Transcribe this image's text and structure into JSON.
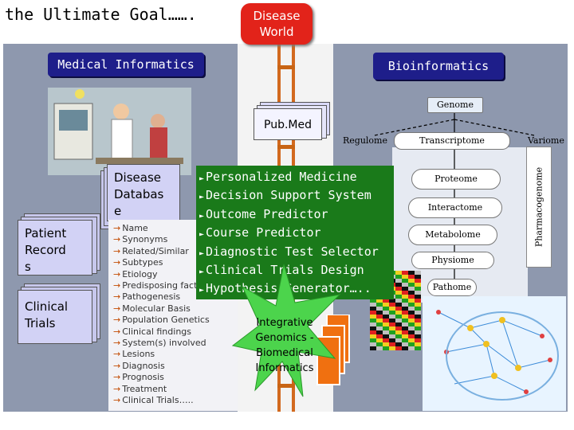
{
  "title": "the Ultimate Goal…….",
  "disease_world": {
    "line1": "Disease",
    "line2": "World"
  },
  "medical_informatics": "Medical Informatics",
  "bioinformatics": "Bioinformatics",
  "pubmed": "Pub.Med",
  "disease_db": {
    "line1": "Disease",
    "line2": "Databas",
    "line3": "e"
  },
  "patient_records": {
    "line1": "Patient",
    "line2": "Record",
    "line3": "s"
  },
  "clinical_trials": {
    "line1": "Clinical",
    "line2": "Trials"
  },
  "attributes": [
    "Name",
    "Synonyms",
    "Related/Similar",
    "Subtypes",
    "Etiology",
    "Predisposing factors",
    "Pathogenesis",
    "Molecular Basis",
    "Population Genetics",
    "Clinical findings",
    "System(s) involved",
    "Lesions",
    "Diagnosis",
    "Prognosis",
    "Treatment",
    "Clinical Trials….."
  ],
  "goals": [
    "Personalized Medicine",
    "Decision Support System",
    "Outcome Predictor",
    "Course Predictor",
    "Diagnostic Test Selector",
    "Clinical Trials Design",
    "Hypothesis Generator….."
  ],
  "integrative": {
    "line1": "Integrative",
    "line2": "Genomics -",
    "line3": "Biomedical",
    "line4": "Informatics"
  },
  "omics": {
    "genome": "Genome",
    "regulome": "Regulome",
    "transcriptome": "Transcriptome",
    "variome": "Variome",
    "proteome": "Proteome",
    "interactome": "Interactome",
    "metabolome": "Metabolome",
    "physiome": "Physiome",
    "pathome": "Pathome",
    "pharmacogenome": "Pharmacogenome"
  },
  "colors": {
    "panel": "#8e98ae",
    "banner": "#1e1e8a",
    "disease_world": "#e2231a",
    "goals_box": "#1a7a1a",
    "star": "#4cd44c"
  }
}
